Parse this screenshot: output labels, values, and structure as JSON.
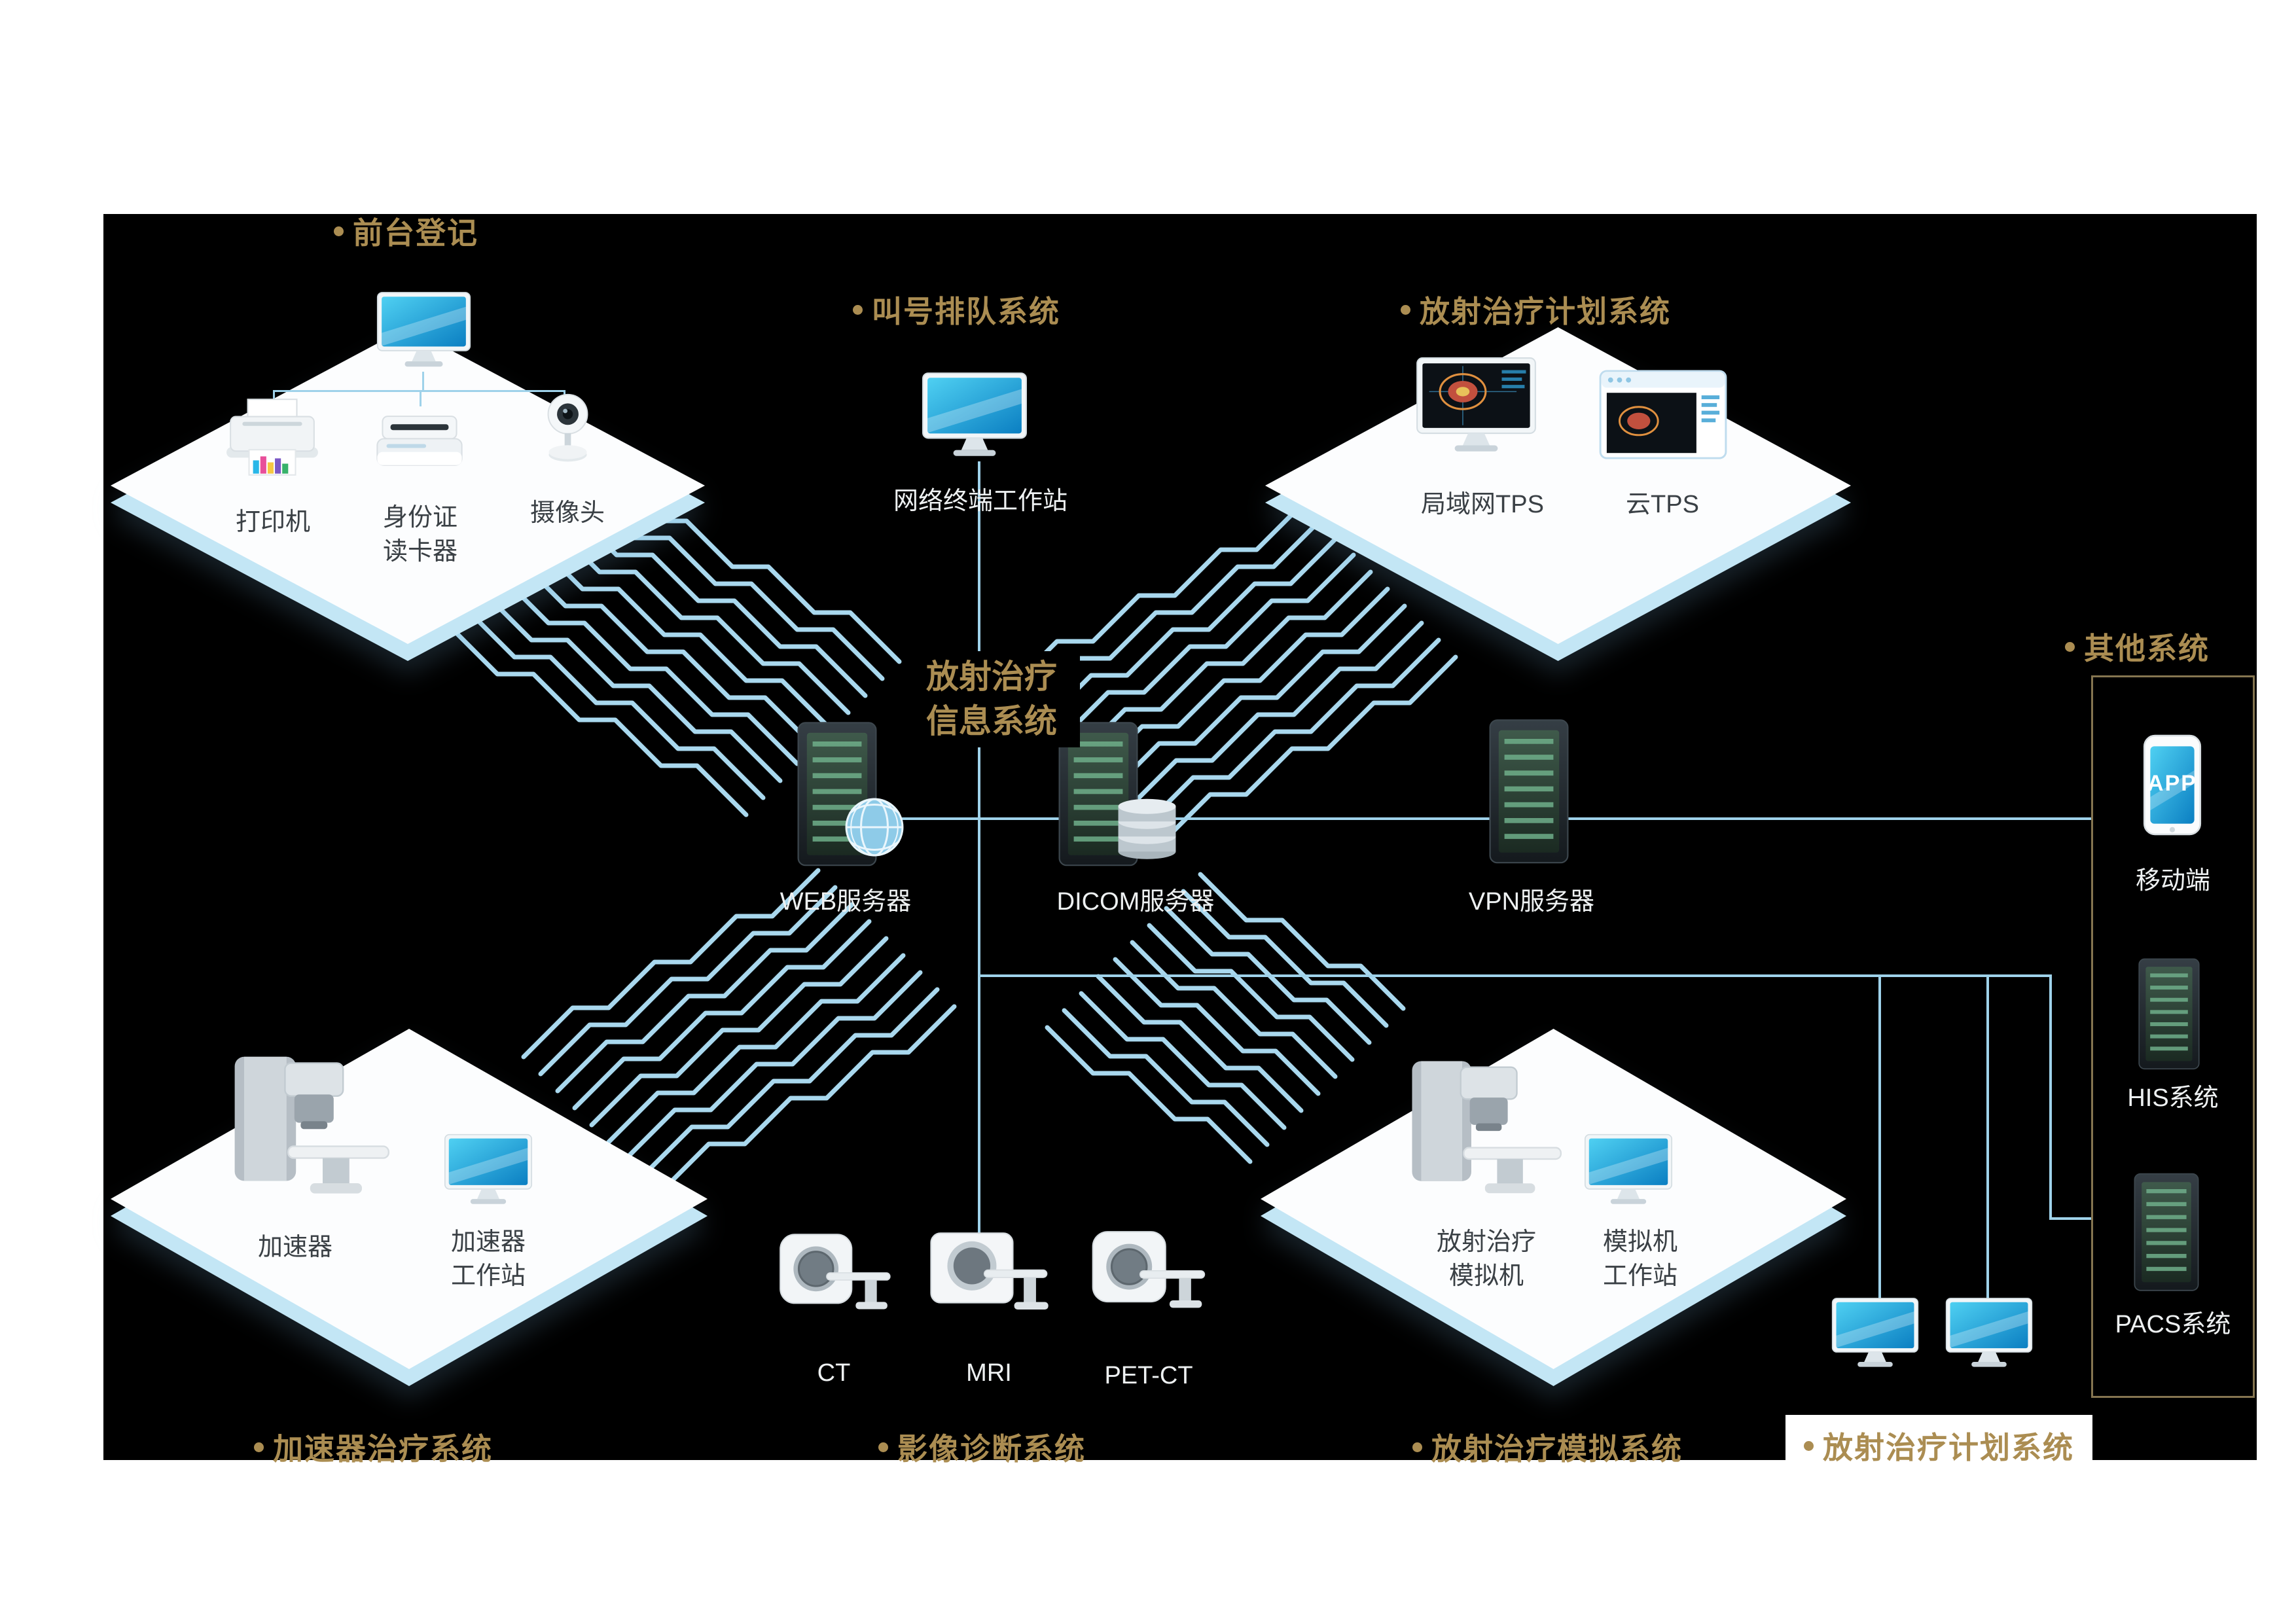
{
  "palette": {
    "background": "#000000",
    "gold": "#ab8d52",
    "trace_blue": "#a9d8ee",
    "screen_blue": "#1f9fd8",
    "platform_edge": "#c3e6f5"
  },
  "sections": {
    "front_desk": {
      "title": "前台登记",
      "devices": [
        {
          "label": "打印机"
        },
        {
          "label": "身份证\n读卡器"
        },
        {
          "label": "摄像头"
        }
      ]
    },
    "queue_system": {
      "title": "叫号排队系统",
      "workstation_label": "网络终端工作站"
    },
    "tps_top": {
      "title": "放射治疗计划系统",
      "lan_tps_label": "局域网TPS",
      "cloud_tps_label": "云TPS"
    },
    "rtis_center": {
      "title": "放射治疗\n信息系统",
      "servers": [
        {
          "label": "WEB服务器"
        },
        {
          "label": "DICOM服务器"
        },
        {
          "label": "VPN服务器"
        }
      ]
    },
    "other_systems": {
      "title": "其他系统",
      "app_badge": "APP",
      "items": [
        {
          "label": "移动端"
        },
        {
          "label": "HIS系统"
        },
        {
          "label": "PACS系统"
        }
      ]
    },
    "accelerator_system": {
      "title": "加速器治疗系统",
      "devices": [
        {
          "label": "加速器"
        },
        {
          "label": "加速器\n工作站"
        }
      ]
    },
    "imaging_system": {
      "title": "影像诊断系统",
      "devices": [
        {
          "label": "CT"
        },
        {
          "label": "MRI"
        },
        {
          "label": "PET-CT"
        }
      ]
    },
    "simulation_system": {
      "title": "放射治疗模拟系统",
      "devices": [
        {
          "label": "放射治疗\n模拟机"
        },
        {
          "label": "模拟机\n工作站"
        }
      ]
    },
    "tps_bottom": {
      "title": "放射治疗计划系统"
    }
  }
}
